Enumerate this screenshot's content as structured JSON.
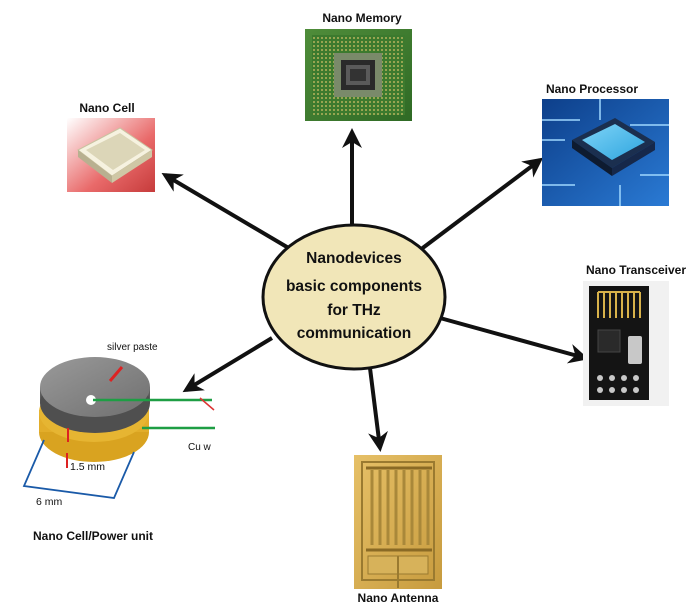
{
  "center": {
    "line1": "Nanodevices",
    "line2": "basic components",
    "line3": "for THz",
    "line4": "communication"
  },
  "nodes": {
    "memory": "Nano Memory",
    "cell": "Nano Cell",
    "processor": "Nano Processor",
    "transceiver": "Nano Transceiver",
    "antenna": "Nano Antenna",
    "power": "Nano Cell/Power unit"
  },
  "annotations": {
    "silver_paste": "silver paste",
    "cu_wire": "Cu w",
    "thickness": "1.5 mm",
    "diameter": "6 mm"
  },
  "colors": {
    "ellipse_fill": "#f1e6b8",
    "ellipse_stroke": "#111111",
    "arrow": "#111111"
  }
}
